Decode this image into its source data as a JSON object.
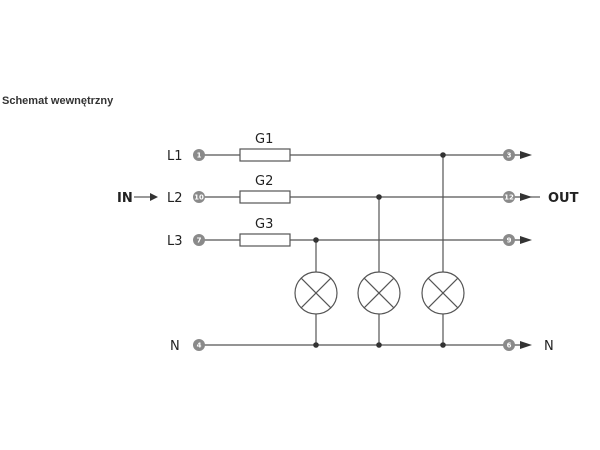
{
  "title": "Schemat wewnętrzny",
  "input_label": "IN",
  "output_label": "OUT",
  "lines": {
    "l1": {
      "label": "L1",
      "in_terminal": "1",
      "out_terminal": "3",
      "fuse": "G1"
    },
    "l2": {
      "label": "L2",
      "in_terminal": "10",
      "out_terminal": "12",
      "fuse": "G2"
    },
    "l3": {
      "label": "L3",
      "in_terminal": "7",
      "out_terminal": "9",
      "fuse": "G3"
    },
    "n": {
      "label": "N",
      "in_terminal": "4",
      "out_terminal": "6",
      "out_label": "N"
    }
  },
  "colors": {
    "wire": "#555555",
    "terminal": "#8a8a8a",
    "node": "#333333"
  }
}
